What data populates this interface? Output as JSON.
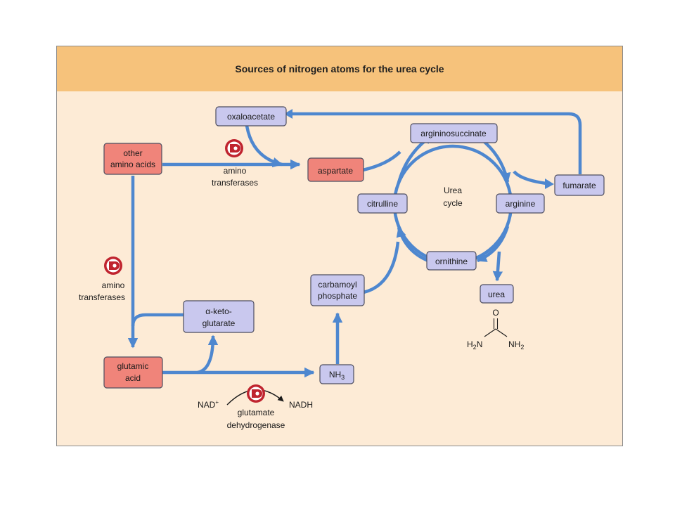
{
  "title": "Sources of nitrogen atoms for the urea cycle",
  "nodes": {
    "oxaloacetate": "oxaloacetate",
    "other_amino_acids": [
      "other",
      "amino acids"
    ],
    "aspartate": "aspartate",
    "argininosuccinate": "argininosuccinate",
    "fumarate": "fumarate",
    "citrulline": "citrulline",
    "arginine": "arginine",
    "ornithine": "ornithine",
    "urea": "urea",
    "carbamoyl_phosphate": [
      "carbamoyl",
      "phosphate"
    ],
    "alpha_ketoglutarate": [
      "α-keto-",
      "glutarate"
    ],
    "glutamic_acid": [
      "glutamic",
      "acid"
    ],
    "nh3": {
      "base": "NH",
      "sub": "3"
    }
  },
  "labels": {
    "cycle": [
      "Urea",
      "cycle"
    ],
    "enzyme_top": [
      "amino",
      "transferases"
    ],
    "enzyme_left": [
      "amino",
      "transferases"
    ],
    "enzyme_bottom": [
      "glutamate",
      "dehydrogenase"
    ],
    "nad": {
      "base": "NAD",
      "sup": "+"
    },
    "nadh": "NADH"
  },
  "urea_structure": {
    "top_atom": "O",
    "left": {
      "base": "H",
      "sub": "2",
      "tail": "N"
    },
    "right": {
      "base": "NH",
      "sub": "2"
    }
  },
  "colors": {
    "arrow": "#4e87cf",
    "header": "#f6c27b",
    "background": "#fdebd6",
    "metabolite": "#c9c8ee",
    "amino_acid": "#f0847a",
    "enzyme": "#c0242f"
  },
  "icons": [
    "enzyme-icon"
  ]
}
